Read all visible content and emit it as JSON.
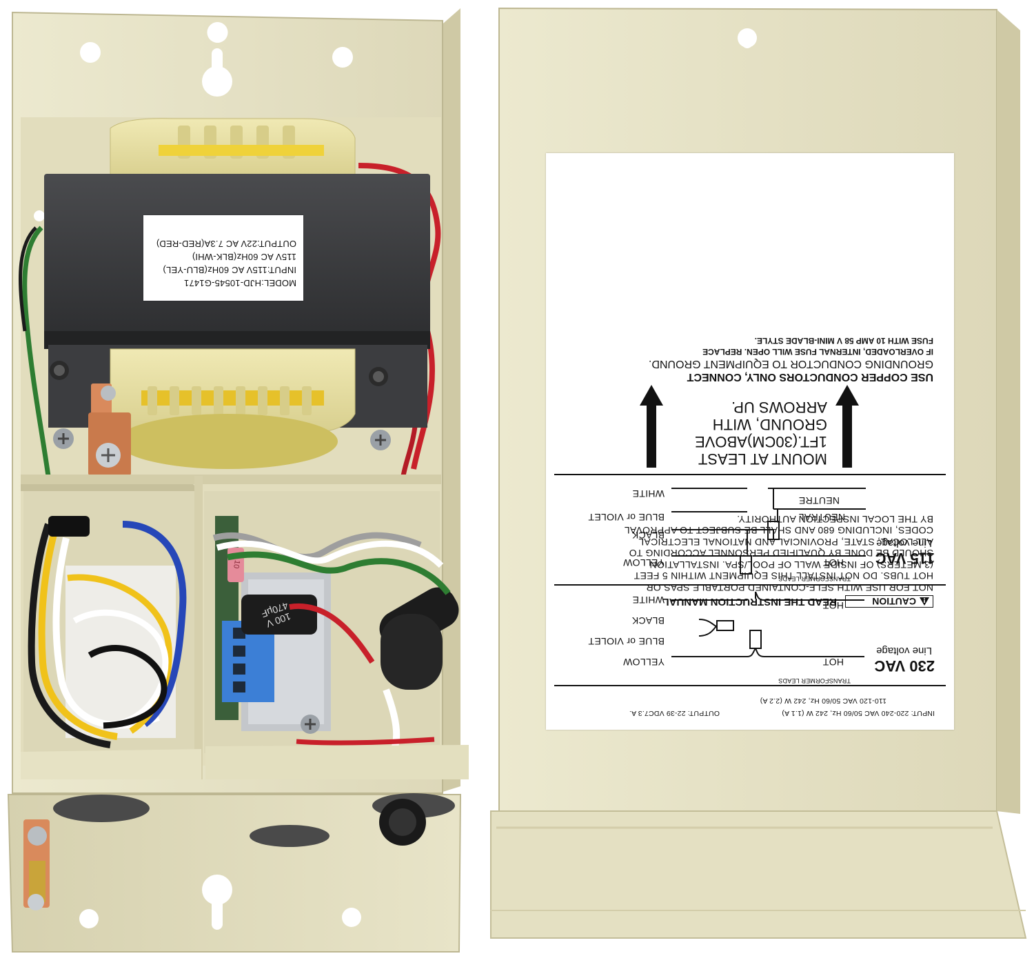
{
  "transformer_label": {
    "lines": [
      "MODEL:HJD-10545-G1471",
      "INPUT:115V AC 60Hz(BLU-YEL)",
      "115V AC 60Hz(BLK-WHI)",
      "OUTPUT:22V AC 7.3A(RED-RED)"
    ]
  },
  "capacitor": {
    "value": "470μF",
    "voltage": "100 V"
  },
  "fuse": {
    "rating": "10"
  },
  "instruction_card": {
    "top_warning": [
      "USE COPPER CONDUCTORS ONLY, CONNECT",
      "GROUNDING CONDUCTOR TO EQUIPMENT GROUND.",
      "IF OVERLOADED, INTERNAL FUSE WILL OPEN. REPLACE",
      "FUSE WITH 10 AMP 58 V MINI-BLADE STYLE."
    ],
    "mount_text": [
      "MOUNT AT LEAST",
      "1FT.(30CM)ABOVE",
      "GROUND, WITH",
      "ARROWS UP."
    ],
    "install_text": [
      "NOT FOR USE WITH SELF-CONTAINED PORTABLE SPAS OR",
      "HOT TUBS. DO NOT INSTALL THIS EQUIPMENT WITHIN 5 FEET",
      "(3 METERS) OF INSIDE WALL OF POOL/SPA. INSTALLATION",
      "SHOULD BE DONE BY QUALIFIED PERSONNEL ACCORDING TO",
      "ALL LOCAL, STATE, PROVINCIAL AND NATIONAL ELECTRICAL",
      "CODES, INCLUDING 680 AND SHALL BE SUBJECT TO APPROVAL",
      "BY THE LOCAL INSPECTION AUTHORITY."
    ],
    "caution_label": "CAUTION",
    "caution_text": "READ THE INSTRUCTION MANUAL",
    "v115": {
      "title": "115 VAC",
      "line_voltage": "Line voltage",
      "neutral": "NEUTRAL",
      "neutre": "NEUTRE",
      "hot": "HOT",
      "leads_label": "TRANSFORMER LEADS",
      "wires": [
        "WHITE",
        "BLUE or VIOLET",
        "BLACK",
        "YELLOW"
      ]
    },
    "v230": {
      "title": "230 VAC",
      "line_voltage": "Line voltage",
      "hot_top": "HOT",
      "hot_bottom": "HOT",
      "leads_label": "TRANSFORMER LEADS",
      "wires": [
        "WHITE",
        "BLACK",
        "BLUE or VIOLET",
        "YELLOW"
      ]
    },
    "spec_line_1": "INPUT: 220-240 VAC 50/60 Hz, 242 W (1.1 A)",
    "spec_line_1b": "OUTPUT: 22-39 VDC7.3 A.",
    "spec_line_2": "110-120 VAC 50/60 Hz, 242 W (2.2 A)"
  },
  "colors": {
    "enclosure": "#e6e2c4",
    "enclosure_shadow": "#c9c4a3",
    "transformer_core": "#3a3b3d",
    "bobbin": "#e9e2a8",
    "copper": "#d98a5c",
    "wire_red": "#c8202a",
    "wire_green": "#2e7d32",
    "wire_blue": "#2647b8",
    "wire_yellow": "#f0c21a"
  }
}
